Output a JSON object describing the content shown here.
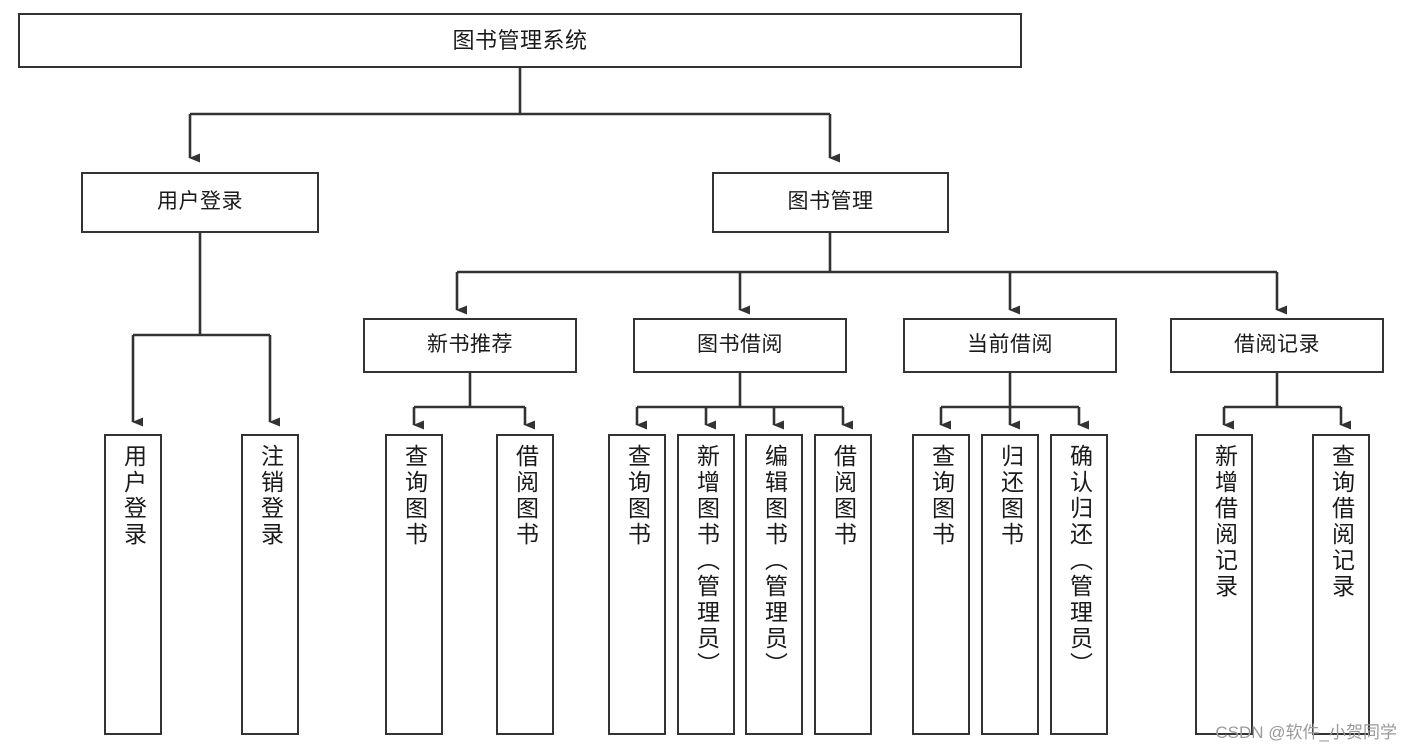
{
  "diagram": {
    "type": "tree",
    "title": "图书管理系统",
    "orientation": "top-down",
    "colors": {
      "box_border": "#333333",
      "box_fill": "#ffffff",
      "connector": "#333333",
      "text": "#1a1a1a",
      "watermark": "#9a9a9a"
    },
    "nodes": {
      "root": {
        "label": "图书管理系统",
        "text_direction": "horizontal"
      },
      "level2": [
        {
          "label": "用户登录",
          "text_direction": "horizontal"
        },
        {
          "label": "图书管理",
          "text_direction": "horizontal"
        }
      ],
      "level3": [
        {
          "label": "新书推荐",
          "text_direction": "horizontal"
        },
        {
          "label": "图书借阅",
          "text_direction": "horizontal"
        },
        {
          "label": "当前借阅",
          "text_direction": "horizontal"
        },
        {
          "label": "借阅记录",
          "text_direction": "horizontal"
        }
      ],
      "leaves": {
        "user_login": [
          {
            "label": "用户登录",
            "text_direction": "vertical"
          },
          {
            "label": "注销登录",
            "text_direction": "vertical"
          }
        ],
        "new_book_recommend": [
          {
            "label": "查询图书",
            "text_direction": "vertical"
          },
          {
            "label": "借阅图书",
            "text_direction": "vertical"
          }
        ],
        "book_borrow": [
          {
            "label": "查询图书",
            "text_direction": "vertical"
          },
          {
            "label": "新增图书（管理员）",
            "text_direction": "vertical"
          },
          {
            "label": "编辑图书（管理员）",
            "text_direction": "vertical"
          },
          {
            "label": "借阅图书",
            "text_direction": "vertical"
          }
        ],
        "current_borrow": [
          {
            "label": "查询图书",
            "text_direction": "vertical"
          },
          {
            "label": "归还图书",
            "text_direction": "vertical"
          },
          {
            "label": "确认归还（管理员）",
            "text_direction": "vertical"
          }
        ],
        "borrow_record": [
          {
            "label": "新增借阅记录",
            "text_direction": "vertical"
          },
          {
            "label": "查询借阅记录",
            "text_direction": "vertical"
          }
        ]
      }
    },
    "edges": [
      {
        "from": "图书管理系统",
        "to": "用户登录"
      },
      {
        "from": "图书管理系统",
        "to": "图书管理"
      },
      {
        "from": "用户登录",
        "to": "用户登录"
      },
      {
        "from": "用户登录",
        "to": "注销登录"
      },
      {
        "from": "图书管理",
        "to": "新书推荐"
      },
      {
        "from": "图书管理",
        "to": "图书借阅"
      },
      {
        "from": "图书管理",
        "to": "当前借阅"
      },
      {
        "from": "图书管理",
        "to": "借阅记录"
      },
      {
        "from": "新书推荐",
        "to": "查询图书"
      },
      {
        "from": "新书推荐",
        "to": "借阅图书"
      },
      {
        "from": "图书借阅",
        "to": "查询图书"
      },
      {
        "from": "图书借阅",
        "to": "新增图书（管理员）"
      },
      {
        "from": "图书借阅",
        "to": "编辑图书（管理员）"
      },
      {
        "from": "图书借阅",
        "to": "借阅图书"
      },
      {
        "from": "当前借阅",
        "to": "查询图书"
      },
      {
        "from": "当前借阅",
        "to": "归还图书"
      },
      {
        "from": "当前借阅",
        "to": "确认归还（管理员）"
      },
      {
        "from": "借阅记录",
        "to": "新增借阅记录"
      },
      {
        "from": "借阅记录",
        "to": "查询借阅记录"
      }
    ]
  },
  "watermark": {
    "text": "CSDN @软件_小贺同学"
  }
}
